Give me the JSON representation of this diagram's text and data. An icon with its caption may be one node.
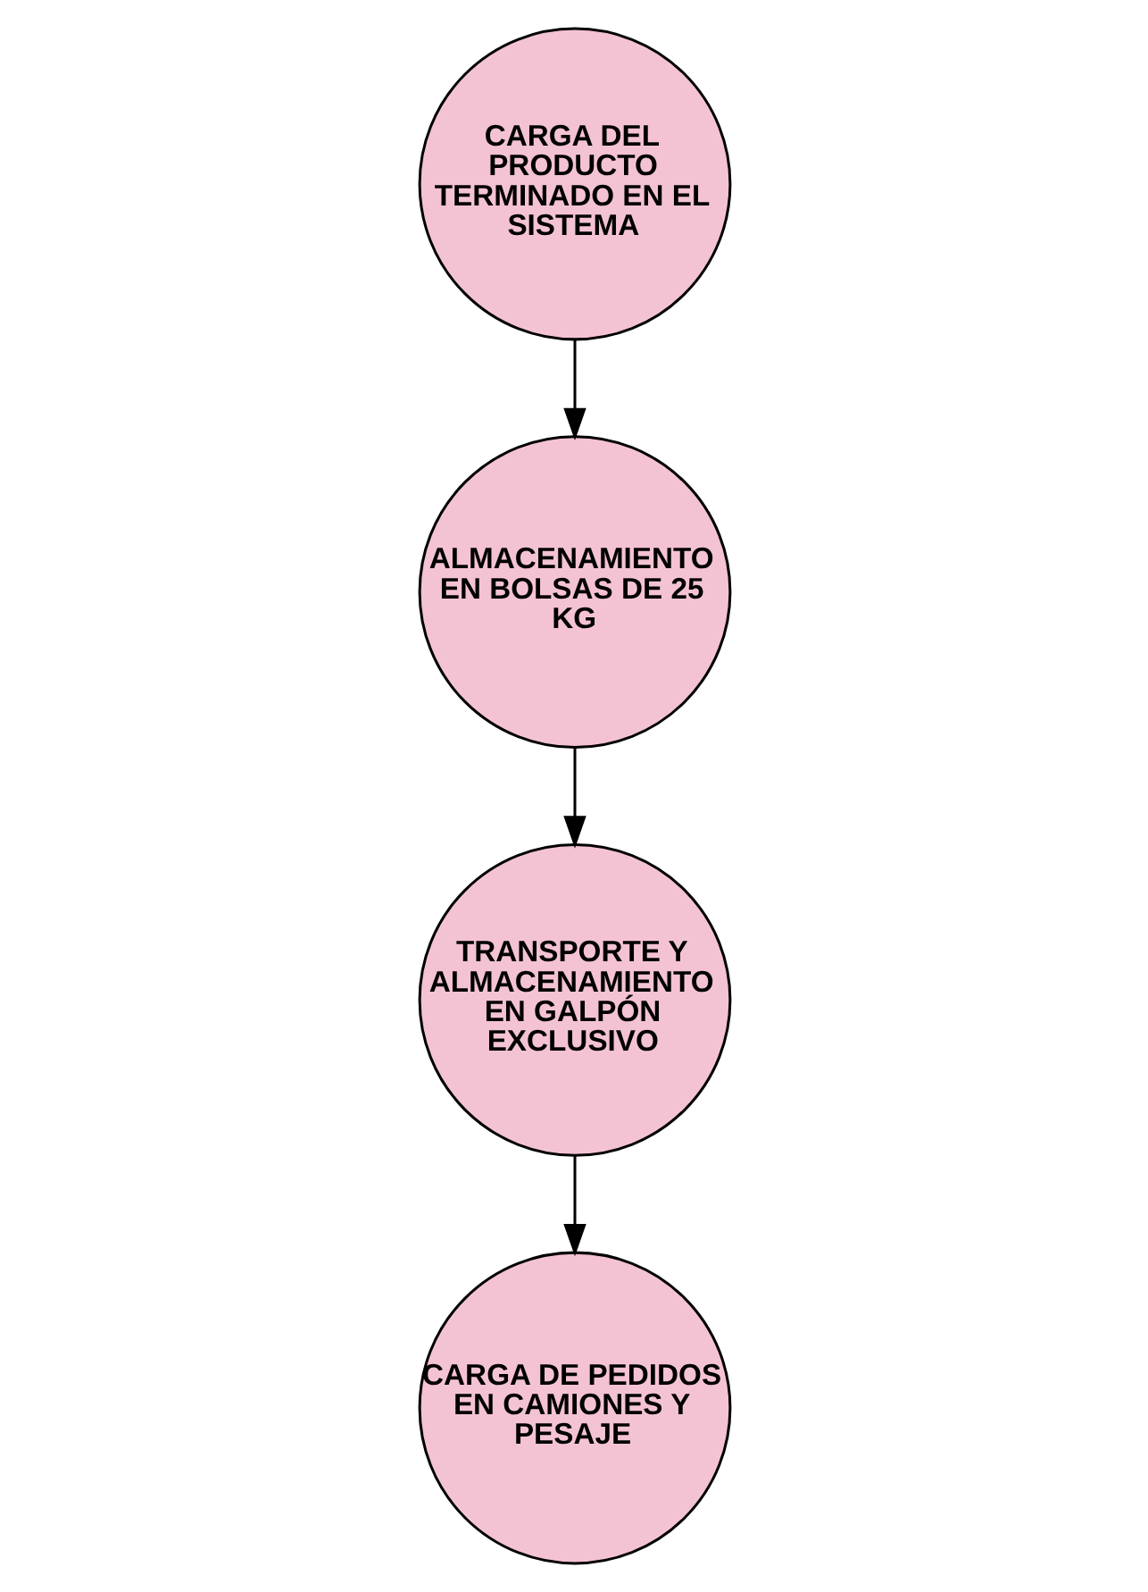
{
  "diagram": {
    "nodes": [
      {
        "text": [
          "CARGA DEL PRODUCTO TERMINADO EN EL SISTEMA"
        ]
      },
      {
        "text": [
          "ALMACENAMIENTO EN BOLSAS DE 25 KG"
        ]
      },
      {
        "text": [
          "TRANSPORTE Y ALMACENAMIENTO EN GALPÓN EXCLUSIVO"
        ]
      },
      {
        "text": [
          "CARGA DE PEDIDOS EN CAMIONES Y PESAJE"
        ]
      }
    ],
    "edges": [
      {
        "from": 0,
        "to": 1,
        "arrow": "to"
      },
      {
        "from": 1,
        "to": 2,
        "arrow": "to"
      },
      {
        "from": 2,
        "to": 3,
        "arrow": "to"
      }
    ]
  }
}
